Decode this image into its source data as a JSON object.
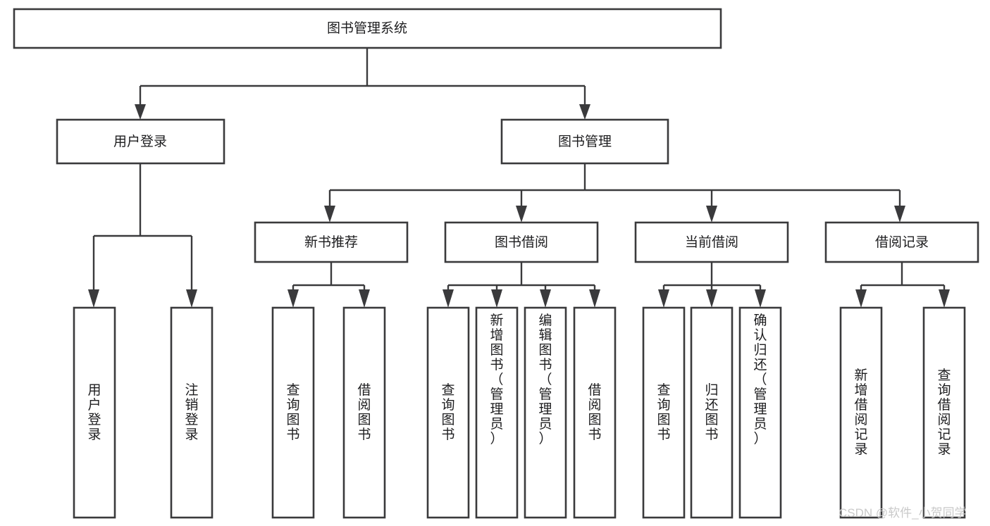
{
  "diagram": {
    "title": "图书管理系统",
    "type": "hierarchy-tree",
    "orientation": "top-down",
    "colors": {
      "box_stroke": "#3a3a3c",
      "box_fill": "#ffffff",
      "connector": "#3a3a3c",
      "text": "#1d1d1f",
      "background": "#ffffff",
      "watermark": "#c9c9c9"
    }
  },
  "nodes": {
    "root": {
      "id": "root",
      "label": "图书管理系统",
      "level": 0,
      "orientation": "horizontal"
    },
    "level1": [
      {
        "id": "user-login",
        "label": "用户登录",
        "level": 1,
        "orientation": "horizontal"
      },
      {
        "id": "book-management",
        "label": "图书管理",
        "level": 1,
        "orientation": "horizontal"
      }
    ],
    "level2": [
      {
        "id": "new-book-recommend",
        "label": "新书推荐",
        "level": 2,
        "orientation": "horizontal",
        "parent": "book-management"
      },
      {
        "id": "book-borrow",
        "label": "图书借阅",
        "level": 2,
        "orientation": "horizontal",
        "parent": "book-management"
      },
      {
        "id": "current-borrow",
        "label": "当前借阅",
        "level": 2,
        "orientation": "horizontal",
        "parent": "book-management"
      },
      {
        "id": "borrow-record",
        "label": "借阅记录",
        "level": 2,
        "orientation": "horizontal",
        "parent": "book-management"
      }
    ],
    "leaves": [
      {
        "id": "leaf-user-login",
        "label": "用户登录",
        "orientation": "vertical",
        "parent": "user-login"
      },
      {
        "id": "leaf-logout-login",
        "label": "注销登录",
        "orientation": "vertical",
        "parent": "user-login"
      },
      {
        "id": "leaf-query-book-1",
        "label": "查询图书",
        "orientation": "vertical",
        "parent": "new-book-recommend"
      },
      {
        "id": "leaf-borrow-book-1",
        "label": "借阅图书",
        "orientation": "vertical",
        "parent": "new-book-recommend"
      },
      {
        "id": "leaf-query-book-2",
        "label": "查询图书",
        "orientation": "vertical",
        "parent": "book-borrow"
      },
      {
        "id": "leaf-add-book-admin",
        "label": "新增图书（管理员）",
        "orientation": "vertical",
        "parent": "book-borrow"
      },
      {
        "id": "leaf-edit-book-admin",
        "label": "编辑图书（管理员）",
        "orientation": "vertical",
        "parent": "book-borrow"
      },
      {
        "id": "leaf-borrow-book-2",
        "label": "借阅图书",
        "orientation": "vertical",
        "parent": "book-borrow"
      },
      {
        "id": "leaf-query-book-3",
        "label": "查询图书",
        "orientation": "vertical",
        "parent": "current-borrow"
      },
      {
        "id": "leaf-return-book",
        "label": "归还图书",
        "orientation": "vertical",
        "parent": "current-borrow"
      },
      {
        "id": "leaf-confirm-return-admin",
        "label": "确认归还（管理员）",
        "orientation": "vertical",
        "parent": "current-borrow"
      },
      {
        "id": "leaf-add-borrow-record",
        "label": "新增借阅记录",
        "orientation": "vertical",
        "parent": "borrow-record"
      },
      {
        "id": "leaf-query-borrow-record",
        "label": "查询借阅记录",
        "orientation": "vertical",
        "parent": "borrow-record"
      }
    ]
  },
  "watermark": {
    "text": "CSDN @软件_小贺同学"
  }
}
